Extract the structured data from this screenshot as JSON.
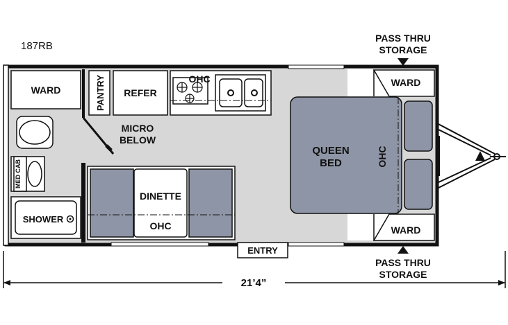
{
  "model": "187RB",
  "labels": {
    "pass_thru_top_1": "PASS THRU",
    "pass_thru_top_2": "STORAGE",
    "pass_thru_bottom_1": "PASS THRU",
    "pass_thru_bottom_2": "STORAGE",
    "ward_left": "WARD",
    "ward_top_right": "WARD",
    "ward_bottom_right": "WARD",
    "pantry": "PANTRY",
    "refer": "REFER",
    "ohc_kitchen": "OHC",
    "micro_1": "MICRO",
    "micro_2": "BELOW",
    "med_cab": "MED CAB",
    "shower": "SHOWER",
    "dinette": "DINETTE",
    "ohc_dinette": "OHC",
    "queen_1": "QUEEN",
    "queen_2": "BED",
    "ohc_bed": "OHC",
    "entry": "ENTRY",
    "length": "21’4”"
  },
  "colors": {
    "floor": "#d7d7d7",
    "furniture": "#8e95a6",
    "walls": "#111111",
    "lines": "#222222"
  }
}
